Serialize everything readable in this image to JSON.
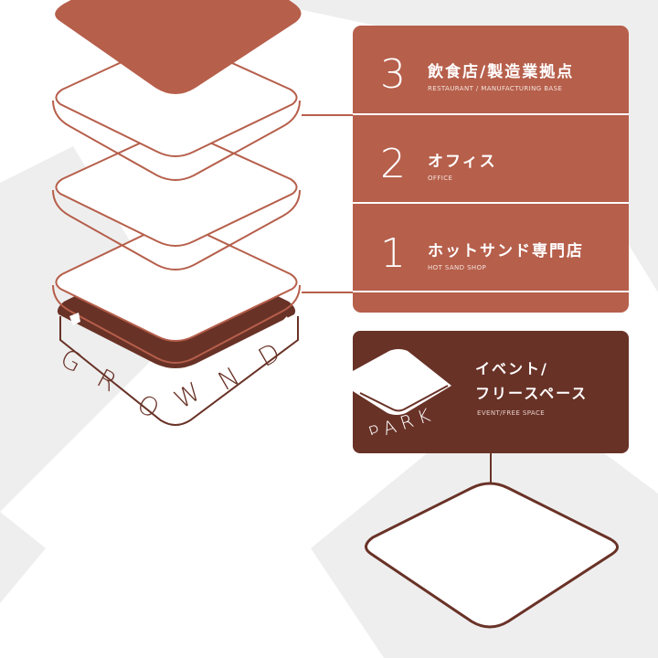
{
  "colors": {
    "background": "#ffffff",
    "background_shape": "#eeeeee",
    "terracotta": "#b65f4b",
    "brown": "#693227",
    "text_on_panel": "#ffffff"
  },
  "floors": [
    {
      "number": "3",
      "name_jp": "飲食店/製造業拠点",
      "name_en": "RESTAURANT / MANUFACTURING BASE"
    },
    {
      "number": "2",
      "name_jp": "オフィス",
      "name_en": "OFFICE"
    },
    {
      "number": "1",
      "name_jp": "ホットサンド専門店",
      "name_en": "HOT SAND SHOP"
    }
  ],
  "base_logo": {
    "letters": [
      "G",
      "R",
      "O",
      "W",
      "N",
      "D"
    ]
  },
  "park": {
    "logo_text": "PARK",
    "name_jp_line1": "イベント/",
    "name_jp_line2": "フリースペース",
    "name_en": "EVENT/FREE SPACE"
  }
}
